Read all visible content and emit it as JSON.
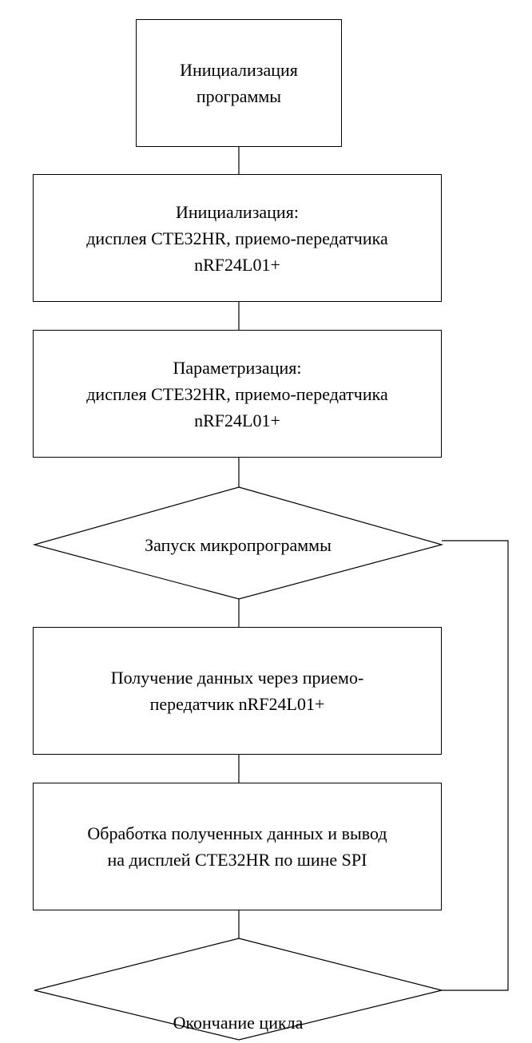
{
  "flowchart": {
    "start": {
      "lines": [
        "Инициализация",
        "программы"
      ]
    },
    "init": {
      "lines": [
        "Инициализация:",
        "дисплея CTE32HR, приемо-передатчика",
        "nRF24L01+"
      ]
    },
    "param": {
      "lines": [
        "Параметризация:",
        "дисплея CTE32HR, приемо-передатчика",
        "nRF24L01+"
      ]
    },
    "launch": {
      "label": "Запуск микропрограммы"
    },
    "receive": {
      "lines": [
        "Получение данных через приемо-",
        "передатчик nRF24L01+"
      ]
    },
    "process": {
      "lines": [
        "Обработка полученных данных и вывод",
        "на дисплей CTE32HR по шине SPI"
      ]
    },
    "end": {
      "label": "Окончание цикла"
    }
  }
}
